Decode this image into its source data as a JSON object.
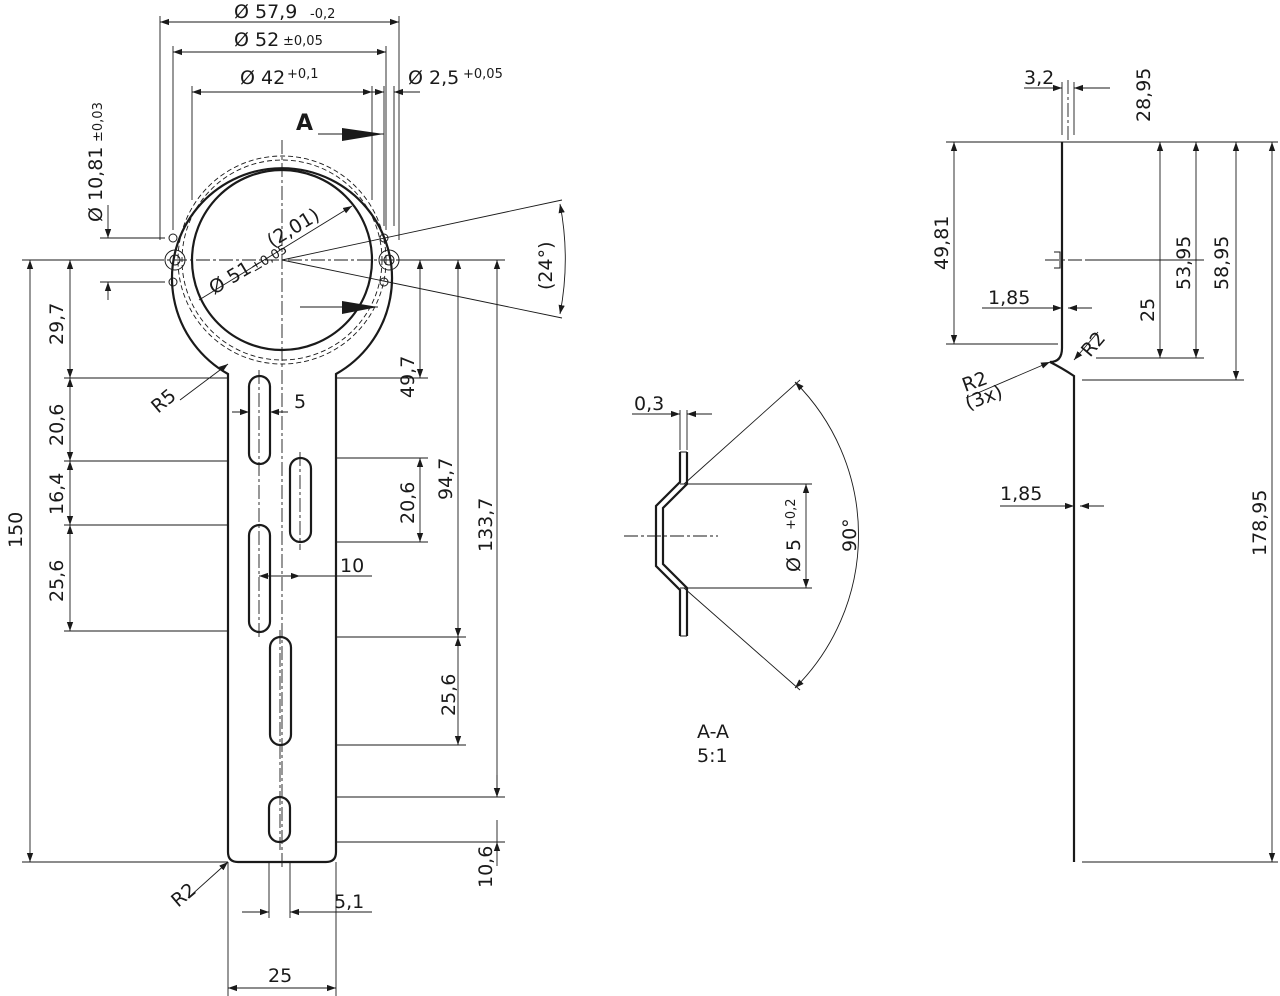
{
  "front_view": {
    "dia_outer": "Ø 57,9",
    "dia_outer_tol": "-0,2",
    "dia_52": "Ø 52",
    "dia_52_tol": "±0,05",
    "dia_42": "Ø 42",
    "dia_42_tol": "+0,1",
    "dia_2_5": "Ø 2,5",
    "dia_2_5_tol": "+0,05",
    "dia_10_81": "Ø 10,81",
    "dia_10_81_tol": "±0,03",
    "dia_51": "Ø 51",
    "dia_51_tol": "±0,05",
    "dia_51_ref": "(2,01)",
    "angle_24": "(24°)",
    "section_mark": "A",
    "r5": "R5",
    "r2": "R2",
    "d29_7": "29,7",
    "d20_6_left": "20,6",
    "d16_4": "16,4",
    "d25_6_left": "25,6",
    "d150": "150",
    "d5": "5",
    "d10": "10",
    "d49_7": "49,7",
    "d20_6_right": "20,6",
    "d94_7": "94,7",
    "d133_7": "133,7",
    "d25_6_right": "25,6",
    "d10_6": "10,6",
    "d5_1": "5,1",
    "d25": "25"
  },
  "section_view": {
    "d0_3": "0,3",
    "dia_5": "Ø 5",
    "dia_5_tol": "+0,2",
    "angle_90": "90°",
    "label": "A-A",
    "scale": "5:1"
  },
  "side_view": {
    "d3_2": "3,2",
    "d28_95": "28,95",
    "d49_81": "49,81",
    "d1_85_top": "1,85",
    "d25": "25",
    "d53_95": "53,95",
    "d58_95": "58,95",
    "r2": "R2",
    "r2_3x": "R2",
    "r2_3x_note": "(3x)",
    "d1_85_bottom": "1,85",
    "d178_95": "178,95"
  }
}
